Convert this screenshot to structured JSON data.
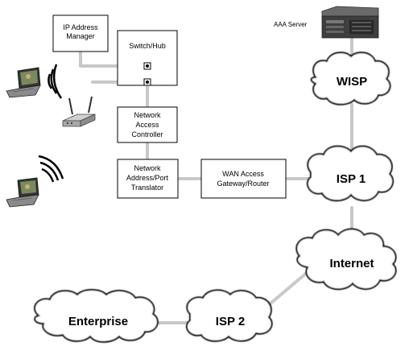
{
  "nodes": {
    "ip_address_manager": {
      "lines": [
        "IP Address",
        "Manager"
      ]
    },
    "switch_hub": {
      "lines": [
        "Switch/Hub"
      ]
    },
    "network_access_controller": {
      "lines": [
        "Network",
        "Access",
        "Controller"
      ]
    },
    "nat": {
      "lines": [
        "Network",
        "Address/Port",
        "Translator"
      ]
    },
    "wan_router": {
      "lines": [
        "WAN Access",
        "Gateway/Router"
      ]
    },
    "aaa_server": {
      "label": "AAA Server"
    }
  },
  "clouds": {
    "wisp": "WISP",
    "isp1": "ISP 1",
    "internet": "Internet",
    "isp2": "ISP 2",
    "enterprise": "Enterprise"
  },
  "icons": [
    "laptop-icon",
    "wireless-access-point-icon",
    "server-icon",
    "cloud-icon",
    "wifi-signal-icon"
  ],
  "colors": {
    "line": "#c8c8c8",
    "box_border": "#000000",
    "cloud_fill": "#ffffff"
  }
}
